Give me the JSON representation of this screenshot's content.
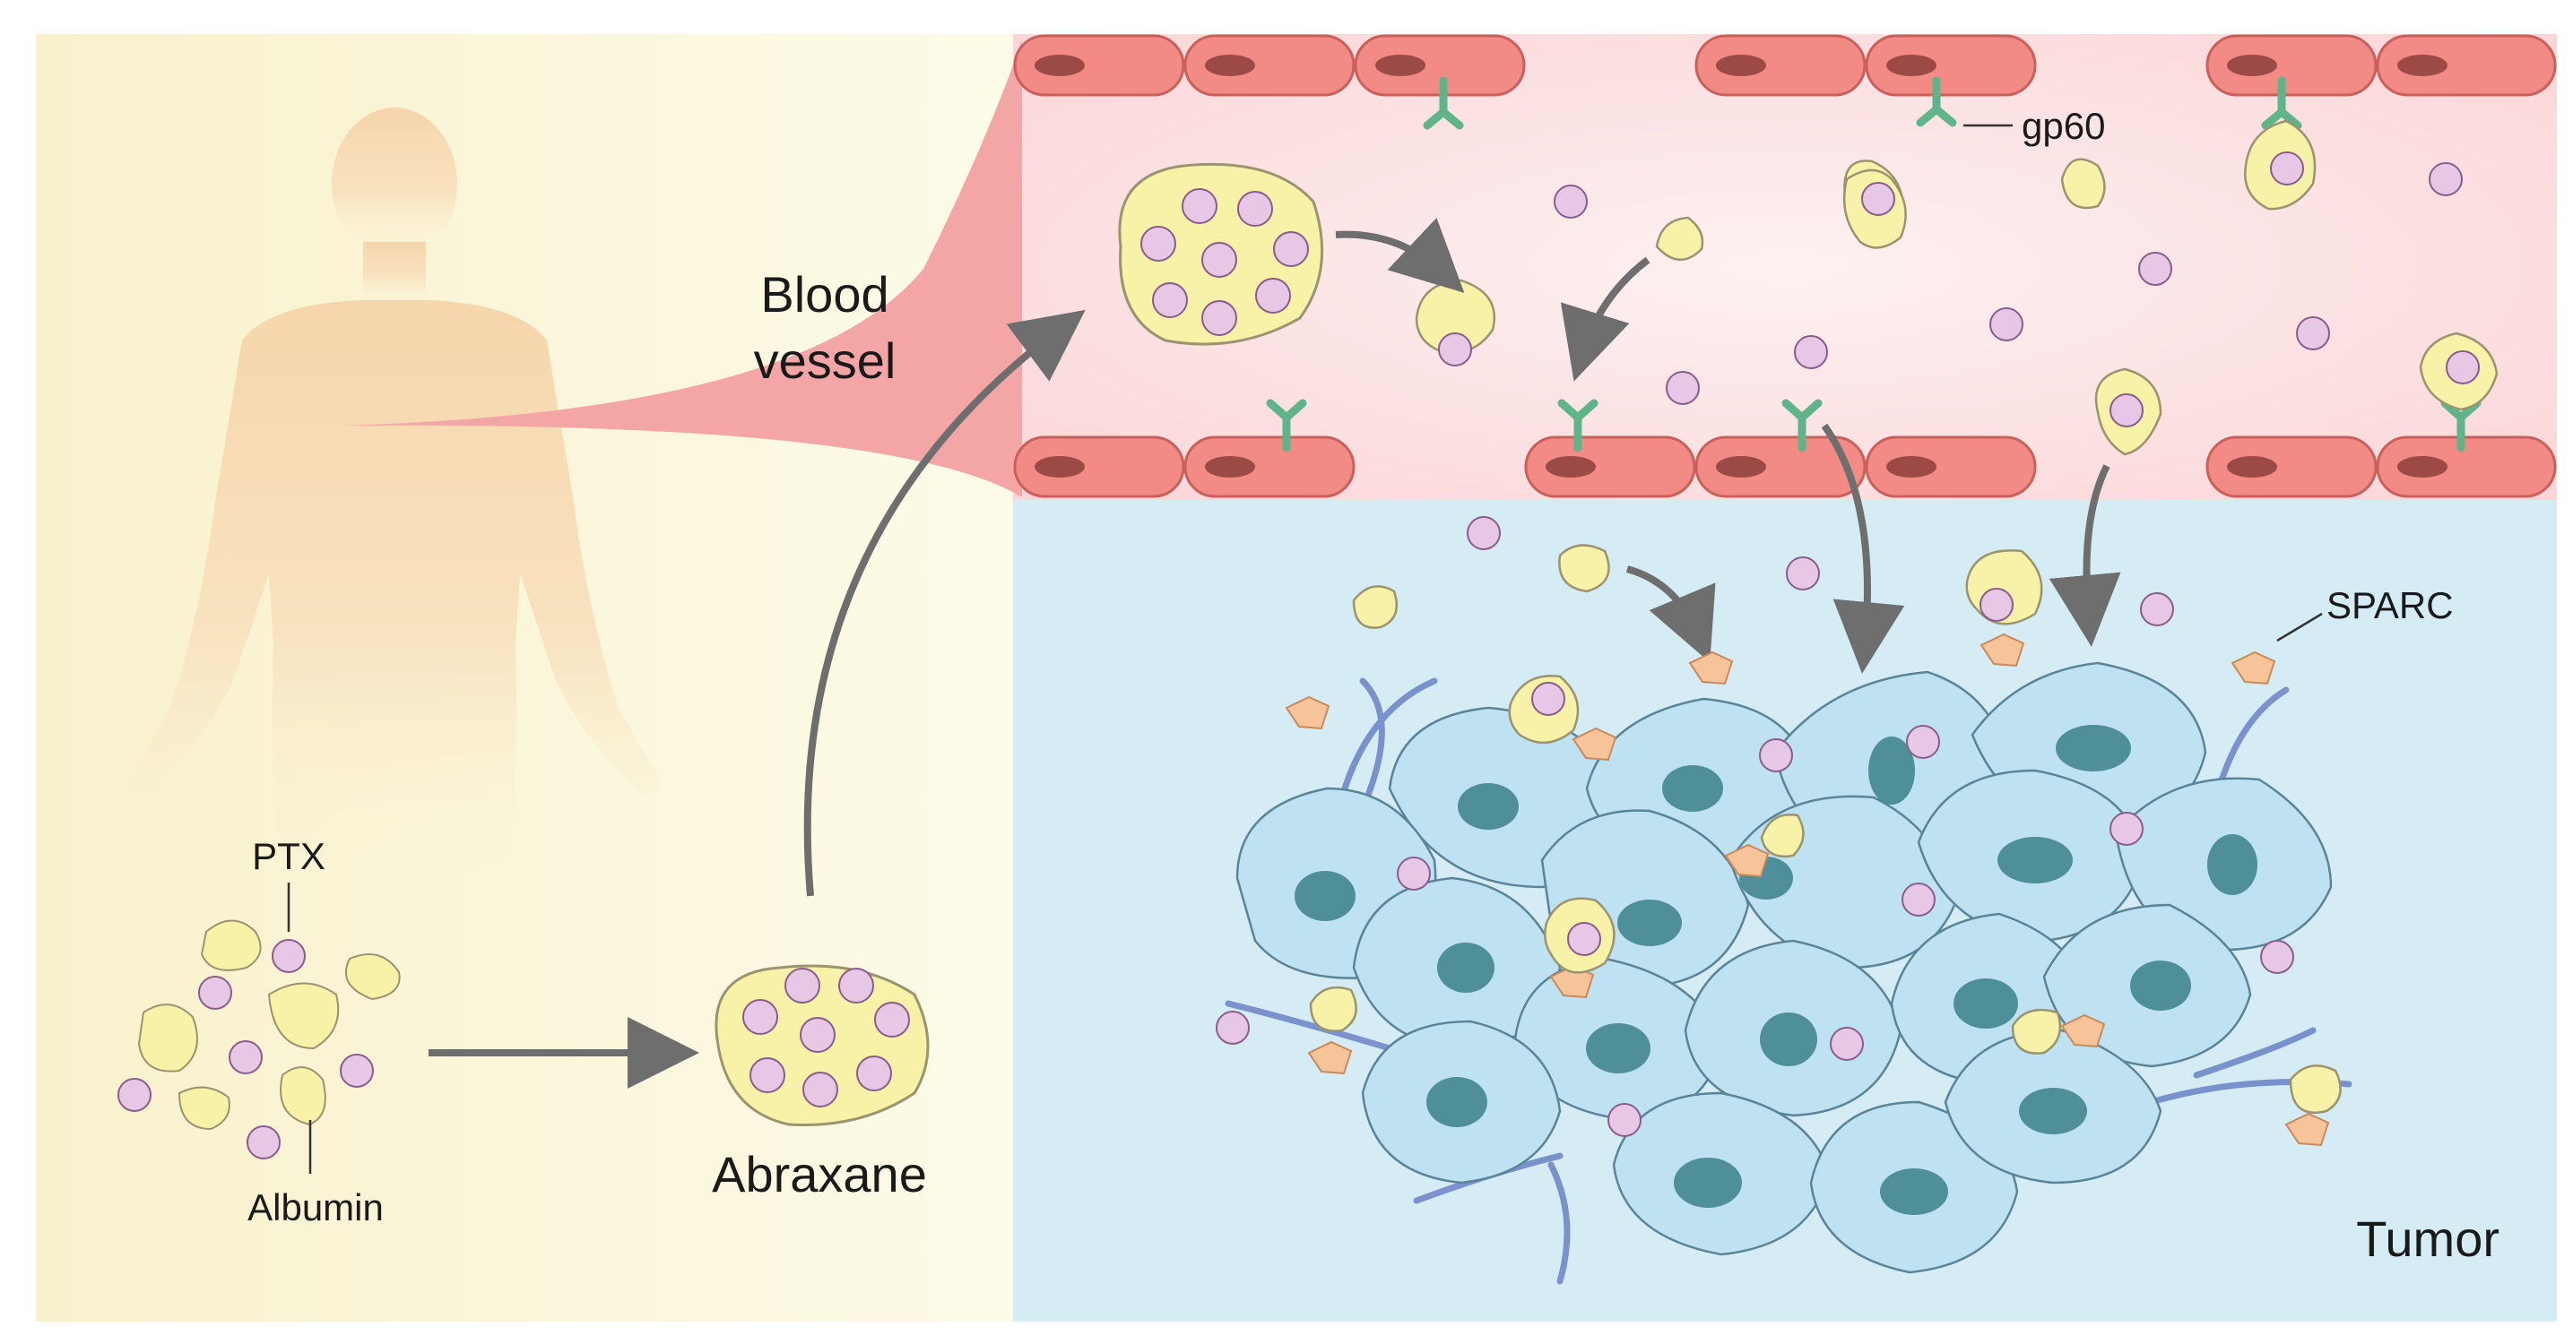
{
  "labels": {
    "blood_vessel_line1": "Blood",
    "blood_vessel_line2": "vessel",
    "ptx": "PTX",
    "albumin": "Albumin",
    "abraxane": "Abraxane",
    "gp60": "gp60",
    "sparc": "SPARC",
    "tumor": "Tumor"
  },
  "colors": {
    "left_panel_bg": "#faf6d8",
    "vessel_bg": "#fbe2e3",
    "vessel_zoom": "#f4a6a6",
    "endothelial_cell": "#f28b86",
    "endothelial_nucleus": "#9c4a45",
    "tumor_bg": "#d6ecf5",
    "tumor_cell": "#bfe2f2",
    "tumor_nucleus": "#4f8f99",
    "albumin": "#f8f1a8",
    "ptx": "#e6c8e6",
    "gp60": "#5fb48a",
    "sparc": "#f6c498",
    "fiber": "#6b83c4",
    "arrow": "#6e6e6e",
    "body": "#f7dfb8"
  },
  "icons": [
    "human-silhouette",
    "albumin-particle",
    "ptx-molecule",
    "abraxane-nanoparticle",
    "gp60-receptor",
    "sparc-protein",
    "tumor-cell",
    "endothelial-cell",
    "flow-arrow"
  ]
}
